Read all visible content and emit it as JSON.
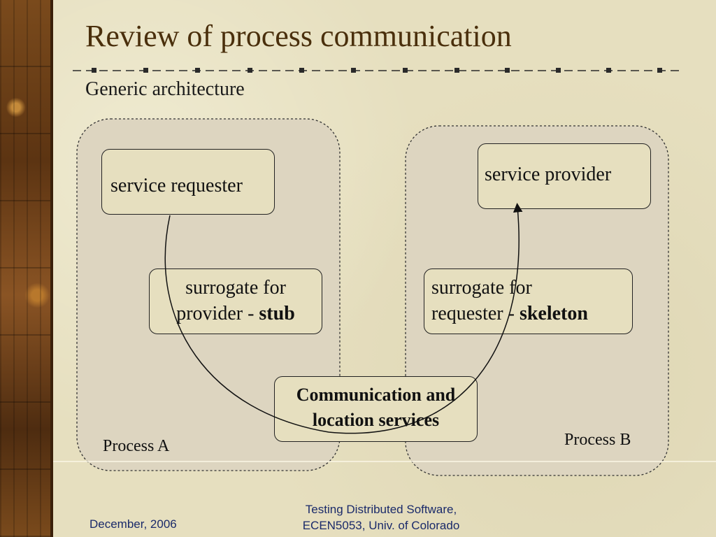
{
  "slide": {
    "title": "Review of process communication",
    "subtitle": "Generic architecture"
  },
  "diagram": {
    "process_a": {
      "label": "Process A",
      "service_requester": "service requester",
      "stub_line1": "surrogate for",
      "stub_line2_prefix": "provider - ",
      "stub_line2_bold": "stub"
    },
    "process_b": {
      "label": "Process B",
      "service_provider": "service provider",
      "skeleton_line1": "surrogate for",
      "skeleton_line2_prefix": "requester - ",
      "skeleton_line2_bold": "skeleton"
    },
    "middleware": {
      "line1": "Communication and",
      "line2": "location services"
    }
  },
  "footer": {
    "date": "December, 2006",
    "course_line1": "Testing Distributed Software,",
    "course_line2": "ECEN5053, Univ. of Colorado"
  },
  "colors": {
    "title": "#4a2f0c",
    "footer_text": "#1a2a6a",
    "background": "#e6dfbf"
  }
}
